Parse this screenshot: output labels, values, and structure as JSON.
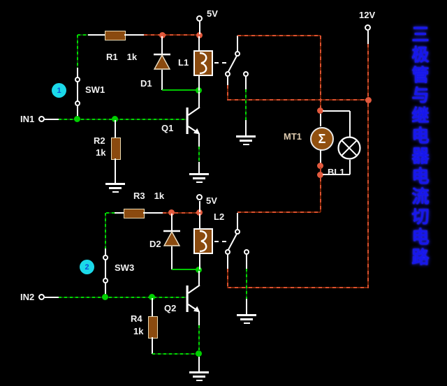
{
  "window": {
    "background": "#000000"
  },
  "title": {
    "text": "三极管与继电器电流切电路",
    "orientation": "vertical",
    "chars": [
      "三",
      "极",
      "管",
      "与",
      "继",
      "电",
      "器",
      "电",
      "流",
      "切",
      "电",
      "路"
    ]
  },
  "power": {
    "rail_5v_top": "5V",
    "rail_5v_bottom": "5V",
    "rail_12v": "12V"
  },
  "inputs": {
    "in1": "IN1",
    "in2": "IN2"
  },
  "badges": {
    "badge1": "1",
    "badge2": "2"
  },
  "components": {
    "r1": {
      "ref": "R1",
      "value": "1k"
    },
    "r2": {
      "ref": "R2",
      "value": "1k"
    },
    "r3": {
      "ref": "R3",
      "value": "1k"
    },
    "r4": {
      "ref": "R4",
      "value": "1k"
    },
    "d1": {
      "ref": "D1"
    },
    "d2": {
      "ref": "D2"
    },
    "l1": {
      "ref": "L1"
    },
    "l2": {
      "ref": "L2"
    },
    "sw1": {
      "ref": "SW1"
    },
    "sw3": {
      "ref": "SW3"
    },
    "q1": {
      "ref": "Q1"
    },
    "q2": {
      "ref": "Q2"
    },
    "mt1": {
      "ref": "MT1",
      "symbol": "Σ"
    },
    "bl1": {
      "ref": "BL1"
    }
  },
  "colors": {
    "wire_green_bright": "#00d800",
    "wire_green_dark": "#0a4a0a",
    "wire_red_bright": "#d8512f",
    "wire_red_dark": "#7a2306",
    "junction_green": "#00cf00",
    "junction_red": "#e25a3e",
    "component_body_brown": "#8a4a0f",
    "badge_cyan": "#1bd9e9",
    "title_blue": "#1717ec"
  }
}
